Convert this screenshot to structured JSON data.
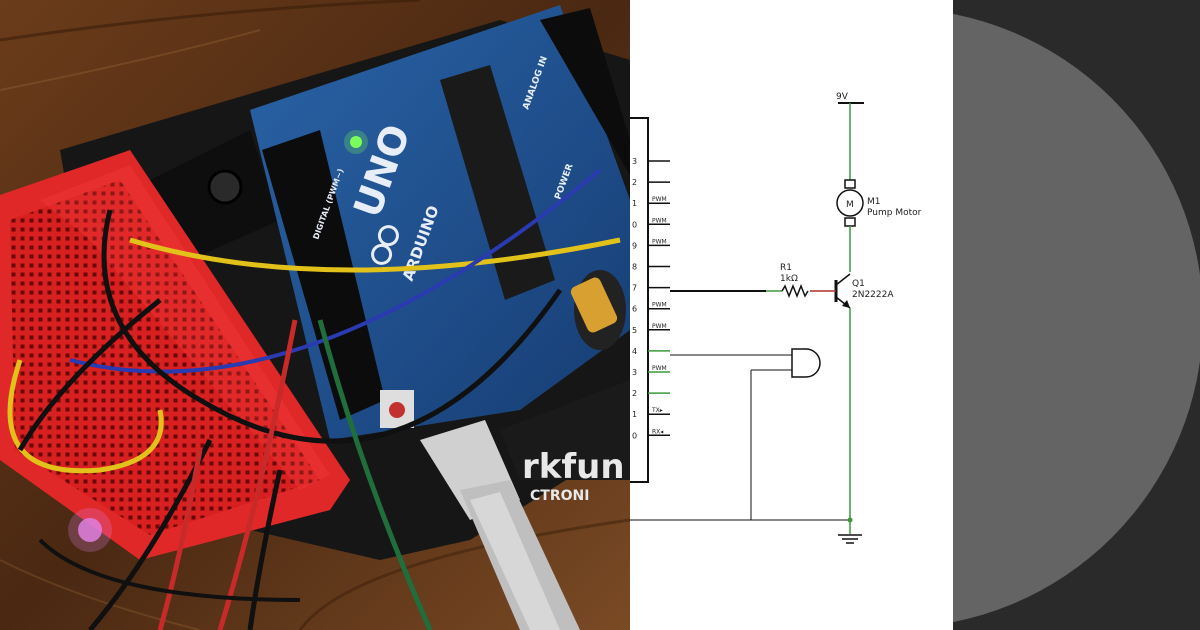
{
  "photo": {
    "board_model": "UNO",
    "board_brand": "ARDUINO",
    "logo_partial": "rkfun",
    "logo_sub_partial": "CTRONI",
    "analog_label": "ANALOG IN",
    "power_label": "POWER",
    "digital_label": "DIGITAL (PWM~)"
  },
  "schematic": {
    "supply_label": "9V",
    "motor": {
      "ref": "M1",
      "name": "Pump Motor",
      "symbol": "M"
    },
    "resistor": {
      "ref": "R1",
      "value": "1kΩ"
    },
    "transistor": {
      "ref": "Q1",
      "part": "2N2222A"
    },
    "pins": [
      {
        "num": "3",
        "tag": ""
      },
      {
        "num": "2",
        "tag": ""
      },
      {
        "num": "1",
        "tag": "PWM"
      },
      {
        "num": "0",
        "tag": "PWM"
      },
      {
        "num": "9",
        "tag": "PWM"
      },
      {
        "num": "8",
        "tag": ""
      },
      {
        "num": "7",
        "tag": ""
      },
      {
        "num": "6",
        "tag": "PWM"
      },
      {
        "num": "5",
        "tag": "PWM"
      },
      {
        "num": "4",
        "tag": ""
      },
      {
        "num": "3",
        "tag": "PWM"
      },
      {
        "num": "2",
        "tag": ""
      },
      {
        "num": "1",
        "tag": "TX▸"
      },
      {
        "num": "0",
        "tag": "RX◂"
      }
    ]
  },
  "colors": {
    "wire_green": "#3a9a3a",
    "wire_red": "#b23030",
    "board_blue": "#1f4f8f",
    "breadboard_red": "#d92020",
    "deco_circle": "#646464"
  }
}
